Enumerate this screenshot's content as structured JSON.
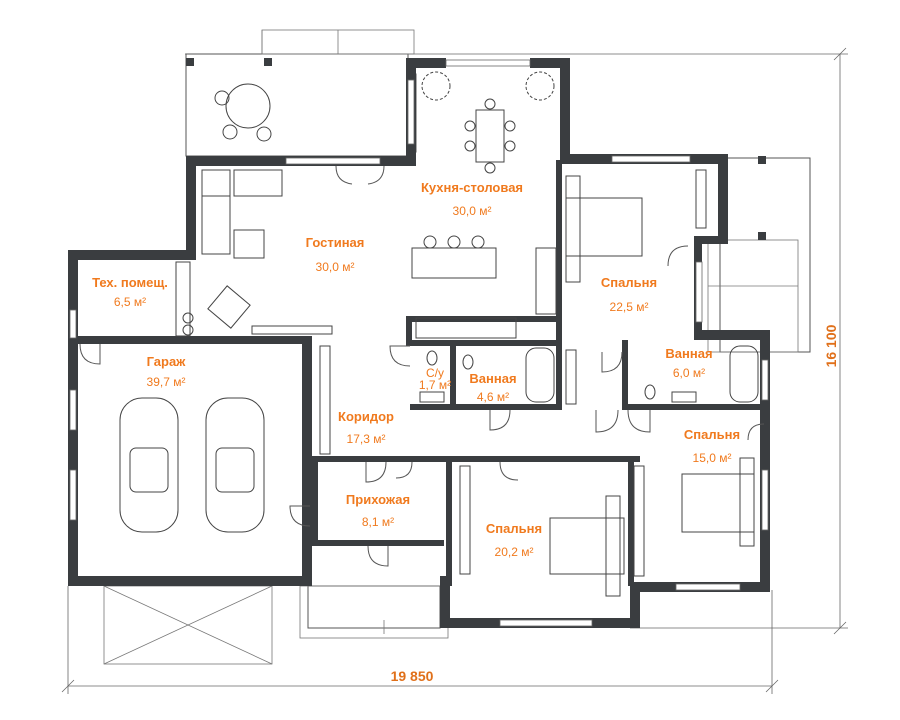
{
  "rooms": [
    {
      "id": "tech",
      "name": "Тех. помещ.",
      "area": "6,5 м²"
    },
    {
      "id": "garage",
      "name": "Гараж",
      "area": "39,7 м²"
    },
    {
      "id": "living",
      "name": "Гостиная",
      "area": "30,0 м²"
    },
    {
      "id": "kitchen",
      "name": "Кухня-столовая",
      "area": "30,0 м²"
    },
    {
      "id": "bedroom1",
      "name": "Спальня",
      "area": "22,5 м²"
    },
    {
      "id": "wc",
      "name": "С/у",
      "area": "1,7 м²"
    },
    {
      "id": "bath1",
      "name": "Ванная",
      "area": "4,6 м²"
    },
    {
      "id": "bath2",
      "name": "Ванная",
      "area": "6,0 м²"
    },
    {
      "id": "corridor",
      "name": "Коридор",
      "area": "17,3 м²"
    },
    {
      "id": "bedroom2",
      "name": "Спальня",
      "area": "15,0 м²"
    },
    {
      "id": "hall",
      "name": "Прихожая",
      "area": "8,1 м²"
    },
    {
      "id": "bedroom3",
      "name": "Спальня",
      "area": "20,2 м²"
    }
  ],
  "dimensions": {
    "width": "19 850",
    "height": "16 100"
  },
  "colors": {
    "label": "#f07a1e",
    "wall": "#3a3d40"
  }
}
